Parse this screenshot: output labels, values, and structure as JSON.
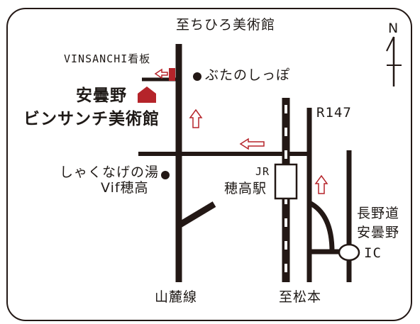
{
  "labels": {
    "to_chihiro": "至ちひろ美術館",
    "north": "N",
    "vinsanchi_sign": "VINSANCHI看板",
    "butanoshippo": "ぶたのしっぽ",
    "museum_line1": "安曇野",
    "museum_line2": "ビンサンチ美術館",
    "route": "R147",
    "shakunage": "しゃくなげの湯",
    "vif": "Vif穂高",
    "jr": "JR",
    "station": "穂高駅",
    "expressway_line1": "長野道",
    "expressway_line2": "安曇野",
    "ic": "IC",
    "sanroku_line": "山麓線",
    "to_matsumoto": "至松本"
  },
  "colors": {
    "road": "#231815",
    "accent": "#b5242a",
    "border": "#231815",
    "background": "#ffffff"
  }
}
